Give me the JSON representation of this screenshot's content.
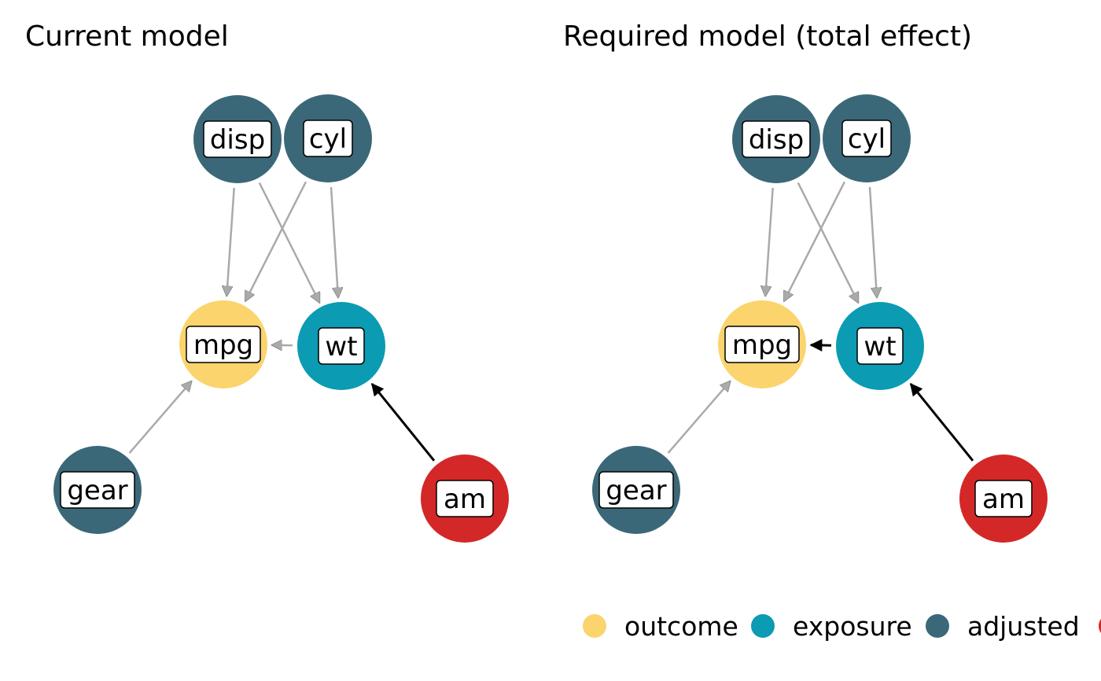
{
  "panels": [
    {
      "title": "Current model",
      "edges": [
        {
          "from": "disp",
          "to": "mpg",
          "highlight": false
        },
        {
          "from": "disp",
          "to": "wt",
          "highlight": false
        },
        {
          "from": "cyl",
          "to": "mpg",
          "highlight": false
        },
        {
          "from": "cyl",
          "to": "wt",
          "highlight": false
        },
        {
          "from": "wt",
          "to": "mpg",
          "highlight": false
        },
        {
          "from": "gear",
          "to": "mpg",
          "highlight": false
        },
        {
          "from": "am",
          "to": "wt",
          "highlight": true
        }
      ]
    },
    {
      "title": "Required model (total effect)",
      "edges": [
        {
          "from": "disp",
          "to": "mpg",
          "highlight": false
        },
        {
          "from": "disp",
          "to": "wt",
          "highlight": false
        },
        {
          "from": "cyl",
          "to": "mpg",
          "highlight": false
        },
        {
          "from": "cyl",
          "to": "wt",
          "highlight": false
        },
        {
          "from": "wt",
          "to": "mpg",
          "highlight": true
        },
        {
          "from": "gear",
          "to": "mpg",
          "highlight": false
        },
        {
          "from": "am",
          "to": "wt",
          "highlight": true
        }
      ]
    }
  ],
  "nodes": [
    {
      "id": "disp",
      "label": "disp",
      "role": "adjusted"
    },
    {
      "id": "cyl",
      "label": "cyl",
      "role": "adjusted"
    },
    {
      "id": "mpg",
      "label": "mpg",
      "role": "outcome"
    },
    {
      "id": "wt",
      "label": "wt",
      "role": "exposure"
    },
    {
      "id": "gear",
      "label": "gear",
      "role": "adjusted"
    },
    {
      "id": "am",
      "label": "am",
      "role": "other"
    }
  ],
  "role_colors": {
    "outcome": "#FBD46D",
    "exposure": "#0B9BB2",
    "adjusted": "#3B6878",
    "other": "#D42828"
  },
  "edge_colors": {
    "muted": "#AAAAAA",
    "highlight": "#000000"
  },
  "legend": [
    {
      "label": "outcome",
      "role": "outcome"
    },
    {
      "label": "exposure",
      "role": "exposure"
    },
    {
      "label": "adjusted",
      "role": "adjusted"
    },
    {
      "label": "",
      "role": "other"
    }
  ]
}
